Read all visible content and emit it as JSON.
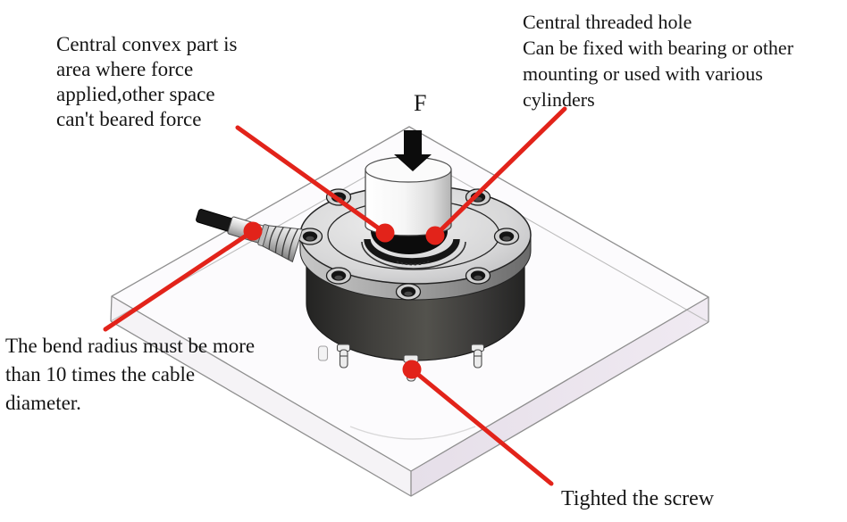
{
  "force_label": "F",
  "annotations": {
    "convex": "Central convex part is\narea where force\napplied,other space\ncan't beared force",
    "threaded_hole": "Central threaded hole\nCan be fixed with bearing or other\nmounting or used with various\ncylinders",
    "bend_radius": "The bend radius must be more\nthan 10 times the cable\ndiameter.",
    "screw": "Tighted the screw"
  },
  "colors": {
    "leader_line": "#e2231a",
    "text": "#151515",
    "background": "#ffffff"
  }
}
